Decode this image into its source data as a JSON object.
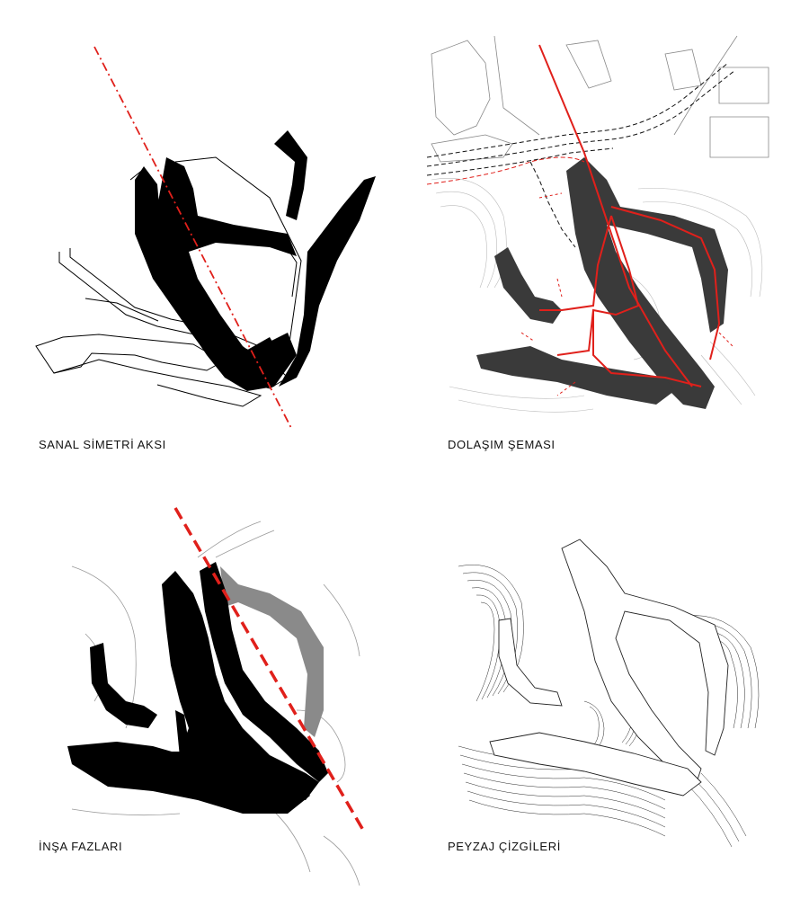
{
  "panels": [
    {
      "caption": "SANAL SİMETRİ AKSI"
    },
    {
      "caption": "DOLAŞIM ŞEMASI"
    },
    {
      "caption": "İNŞA FAZLARI"
    },
    {
      "caption": "PEYZAJ ÇİZGİLERİ"
    }
  ],
  "colors": {
    "ink": "#000000",
    "dark": "#3a3a3a",
    "accent": "#e0201b",
    "phase2": "#8a8a8a",
    "line": "#9a9a9a"
  }
}
